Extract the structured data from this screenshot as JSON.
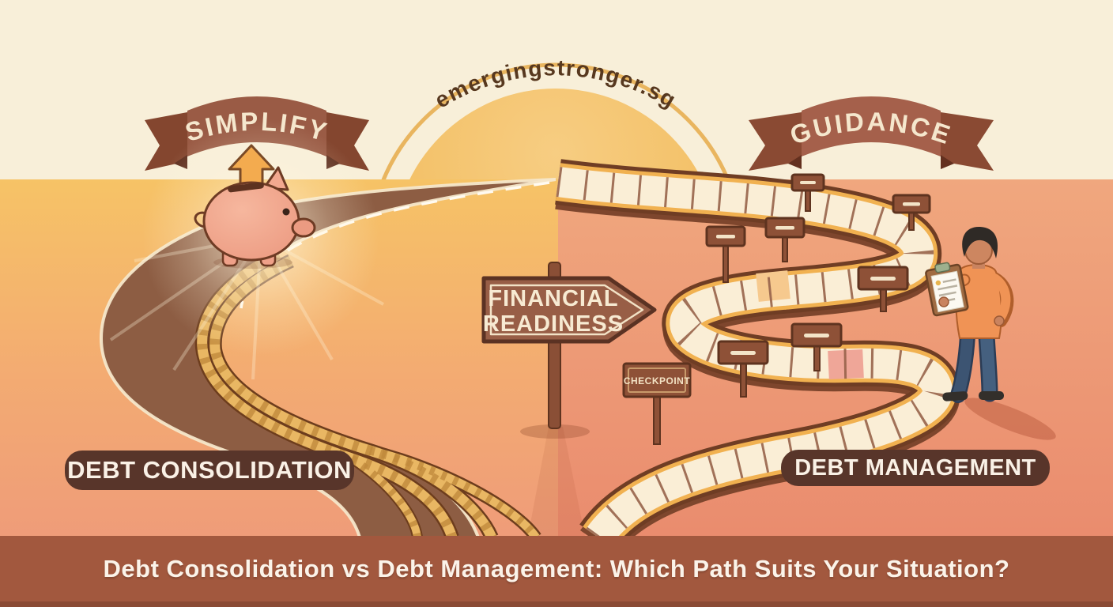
{
  "watermark": {
    "text": "emergingstronger.sg"
  },
  "banners": {
    "left": "SIMPLIFY",
    "right": "GUIDANCE"
  },
  "center_signpost": {
    "line1": "FINANCIAL",
    "line2": "READINESS"
  },
  "right_trail": {
    "checkpoint_label": "CHECKPOINT",
    "blank_milestone_signs": 7
  },
  "path_labels": {
    "left": "DEBT CONSOLIDATION",
    "right": "DEBT MANAGEMENT"
  },
  "footer": {
    "title": "Debt Consolidation vs Debt Management: Which Path Suits Your Situation?"
  },
  "icons": {
    "sun": "rising-sun-icon",
    "piggy_bank": "piggy-bank-icon",
    "up_arrow": "growth-arrow-icon",
    "rope": "rope-strands-icon",
    "trail": "winding-trail-icon",
    "person": "person-with-clipboard-icon"
  },
  "colors": {
    "sky": "#f8efd9",
    "sun": "#f3c066",
    "sun_ring": "#e9b55f",
    "ground_left_top": "#f6c366",
    "ground_left_bottom": "#ef9c79",
    "ground_right_top": "#f0a77e",
    "ground_right_bottom": "#ea8c6e",
    "ribbon_left": "#9a5b45",
    "ribbon_right": "#a5604b",
    "road": "#8d5d43",
    "road_edge": "#f6e7ca",
    "rope": "#e9b763",
    "trail_surface": "#faeed6",
    "trail_edge": "#f1b150",
    "trail_side": "#7e462d",
    "milestone_sign": "#8e5137",
    "signpost_board": "#985e46",
    "pill": "#58352a",
    "pill_text": "#faf1e6",
    "footer_bar": "#a2583e",
    "footer_text": "#fbf3e9",
    "watermark_text": "#57381f",
    "piggy": "#f2a88f",
    "arrow": "#f3ab4f",
    "person_sweater": "#f09355",
    "person_pants": "#3d5878"
  }
}
